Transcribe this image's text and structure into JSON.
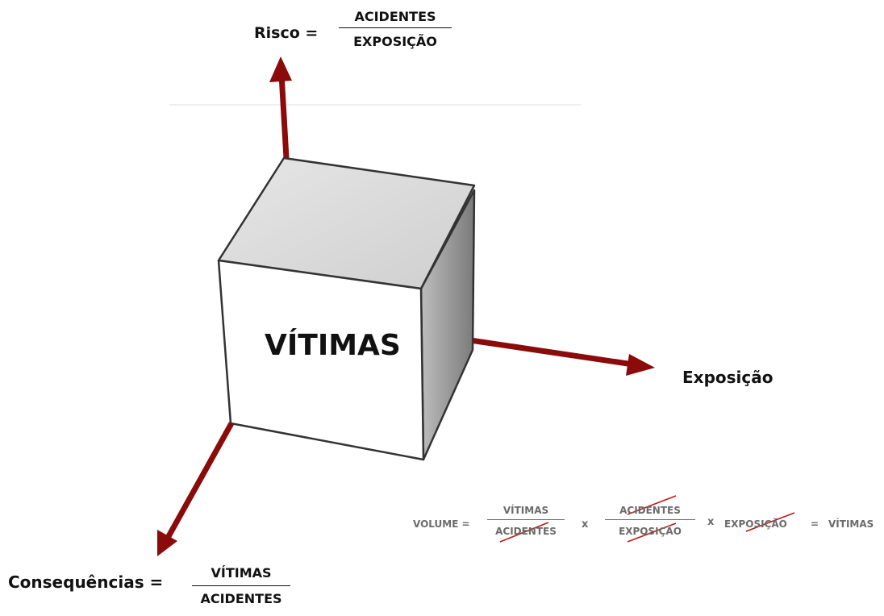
{
  "cube": {
    "label": "VÍTIMAS"
  },
  "risk": {
    "label": "Risco =",
    "numerator": "ACIDENTES",
    "denominator": "EXPOSIÇÃO"
  },
  "exposure": {
    "label": "Exposição"
  },
  "consequences": {
    "label": "Consequências =",
    "numerator": "VÍTIMAS",
    "denominator": "ACIDENTES"
  },
  "volume": {
    "label": "VOLUME =",
    "frac1": {
      "numerator": "VÍTIMAS",
      "denominator": "ACIDENTES"
    },
    "times1": "x",
    "frac2": {
      "numerator": "ACIDENTES",
      "denominator": "EXPOSIÇÃO"
    },
    "times2": "x",
    "term": "EXPOSIÇÃO",
    "equals": "=",
    "result": "VÍTIMAS"
  },
  "colors": {
    "arrow": "#8b0a0a",
    "strike": "#c01818",
    "cube_top": "#d9d9d9",
    "cube_side": "#8a8a8a",
    "text_grey": "#6b6b6b"
  }
}
